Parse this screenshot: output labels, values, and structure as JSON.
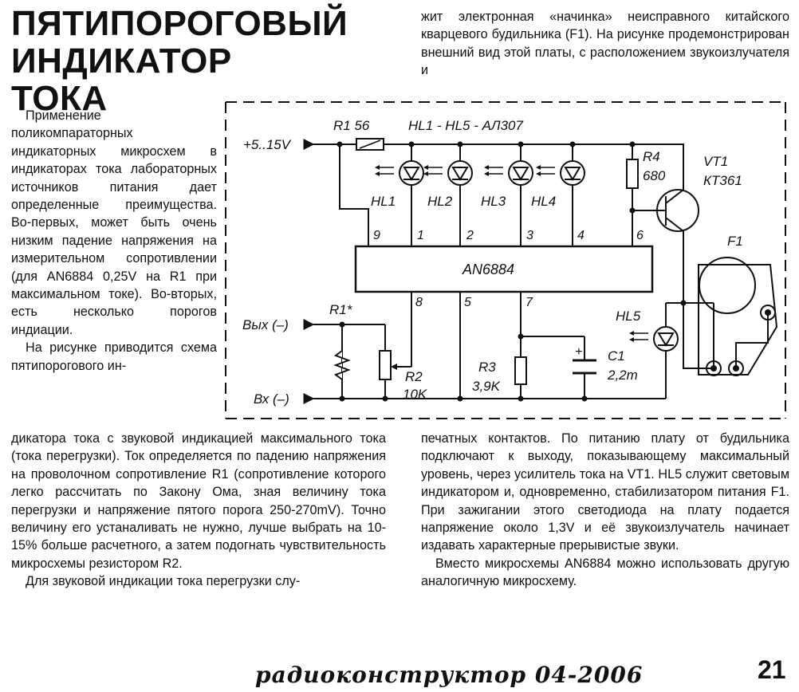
{
  "article": {
    "title_lines": [
      "ПЯТИПОРОГОВЫЙ",
      "ИНДИКАТОР ТОКА"
    ],
    "top_right_paragraphs": [
      "жит электронная «начинка» неисправного китайского кварцевого будильника (F1). На рисунке продемонстрирован внешний вид этой платы, с расположением звукоизлучателя и"
    ],
    "left_narrow_paragraphs": [
      "Применение поликомпараторных индикаторных микросхем в индикаторах тока лабораторных источников питания дает определенные преимущества. Во-первых, может быть очень низким падение напряжения на измерительном сопротивлении (для AN6884 0,25V на R1 при максимальном токе). Во-вторых, есть несколько порогов индиации.",
      "На рисунке приводится схема пятипорогового ин-"
    ],
    "left_bottom_paragraphs": [
      "дикатора тока с звуковой индикацией максимального тока (тока перегрузки). Ток определяется по падению напряжения на проволочном сопротивление R1 (сопротивление которого легко рассчитать по Закону Ома, зная величину тока перегрузки и напряжение пятого порога 250-270mV). Точно величину его устаналивать не нужно, лучше выбрать на 10-15% больше расчетного, а затем подогнать чувствительность микросхемы резистором R2.",
      "Для звуковой индикации тока перегрузки слу-"
    ],
    "right_bottom_paragraphs": [
      "печатных контактов. По питанию плату от будильника подключают к выходу, показывающему максимальный уровень, через усилитель тока на VT1. HL5 служит световым индикатором и, одновременно, стабилизатором питания F1. При зажигании этого светодиода на плату подается напряжение около 1,3V и её звукоизлучатель начинает издавать характерные прерывистые звуки.",
      "Вместо микросхемы AN6884 можно использовать другую аналогичную микросхему."
    ]
  },
  "schematic": {
    "supply_label": "+5..15V",
    "r1_top_label": "R1 56",
    "led_group_label": "HL1 - HL5 - АЛ307",
    "led_labels": [
      "HL1",
      "HL2",
      "HL3",
      "HL4"
    ],
    "r4_label": "R4",
    "r4_value": "680",
    "vt1_label": "VT1",
    "vt1_type": "КТ361",
    "f1_label": "F1",
    "ic_label": "AN6884",
    "top_pins": [
      "9",
      "1",
      "2",
      "3",
      "4",
      "6"
    ],
    "bottom_pins": [
      "8",
      "5",
      "7"
    ],
    "hl5_label": "HL5",
    "out_label": "Вых (–)",
    "in_label": "Вх (–)",
    "r1_shunt_label": "R1*",
    "r2_label": "R2",
    "r2_value": "10K",
    "r3_label": "R3",
    "r3_value": "3,9K",
    "c1_label": "C1",
    "c1_value": "2,2m",
    "c1_plus": "+"
  },
  "footer": {
    "magazine": "радиоконструктор 04-2006",
    "page_number": "21"
  }
}
